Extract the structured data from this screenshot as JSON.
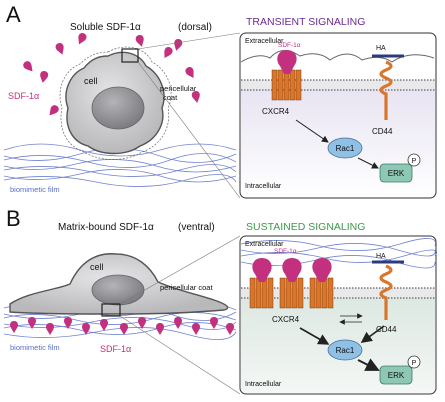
{
  "colors": {
    "magenta": "#c2307e",
    "purple": "#6a2a90",
    "green": "#3a9a4a",
    "receptor_orange": "#d9762b",
    "rac_blue": "#8fc0e6",
    "erk_teal": "#8cc8b4",
    "film_blue": "#5a6ec8",
    "cell_grey": "#c9c9cb"
  },
  "panelA": {
    "letter": "A",
    "title": "Soluble SDF-1α",
    "position": "(dorsal)",
    "sdf_label": "SDF-1α",
    "cell_label": "cell",
    "coat_label_line1": "pericellular",
    "coat_label_line2": "coat",
    "film_label": "biomimetic film",
    "signaling_title": "TRANSIENT SIGNALING",
    "box": {
      "extracellular": "Extracellular",
      "intracellular": "Intracellular",
      "sdf": "SDF-1α",
      "ha": "HA",
      "cxcr4": "CXCR4",
      "cd44": "CD44",
      "rac1": "Rac1",
      "erk": "ERK",
      "phospho": "P"
    }
  },
  "panelB": {
    "letter": "B",
    "title": "Matrix-bound SDF-1α",
    "position": "(ventral)",
    "cell_label": "cell",
    "coat_label": "pericellular coat",
    "film_label": "biomimetic film",
    "sdf_label": "SDF-1α",
    "signaling_title": "SUSTAINED SIGNALING",
    "box": {
      "extracellular": "Extracellular",
      "intracellular": "Intracellular",
      "sdf": "SDF-1α",
      "ha": "HA",
      "cxcr4": "CXCR4",
      "cd44": "CD44",
      "rac1": "Rac1",
      "erk": "ERK",
      "phospho": "P"
    }
  }
}
